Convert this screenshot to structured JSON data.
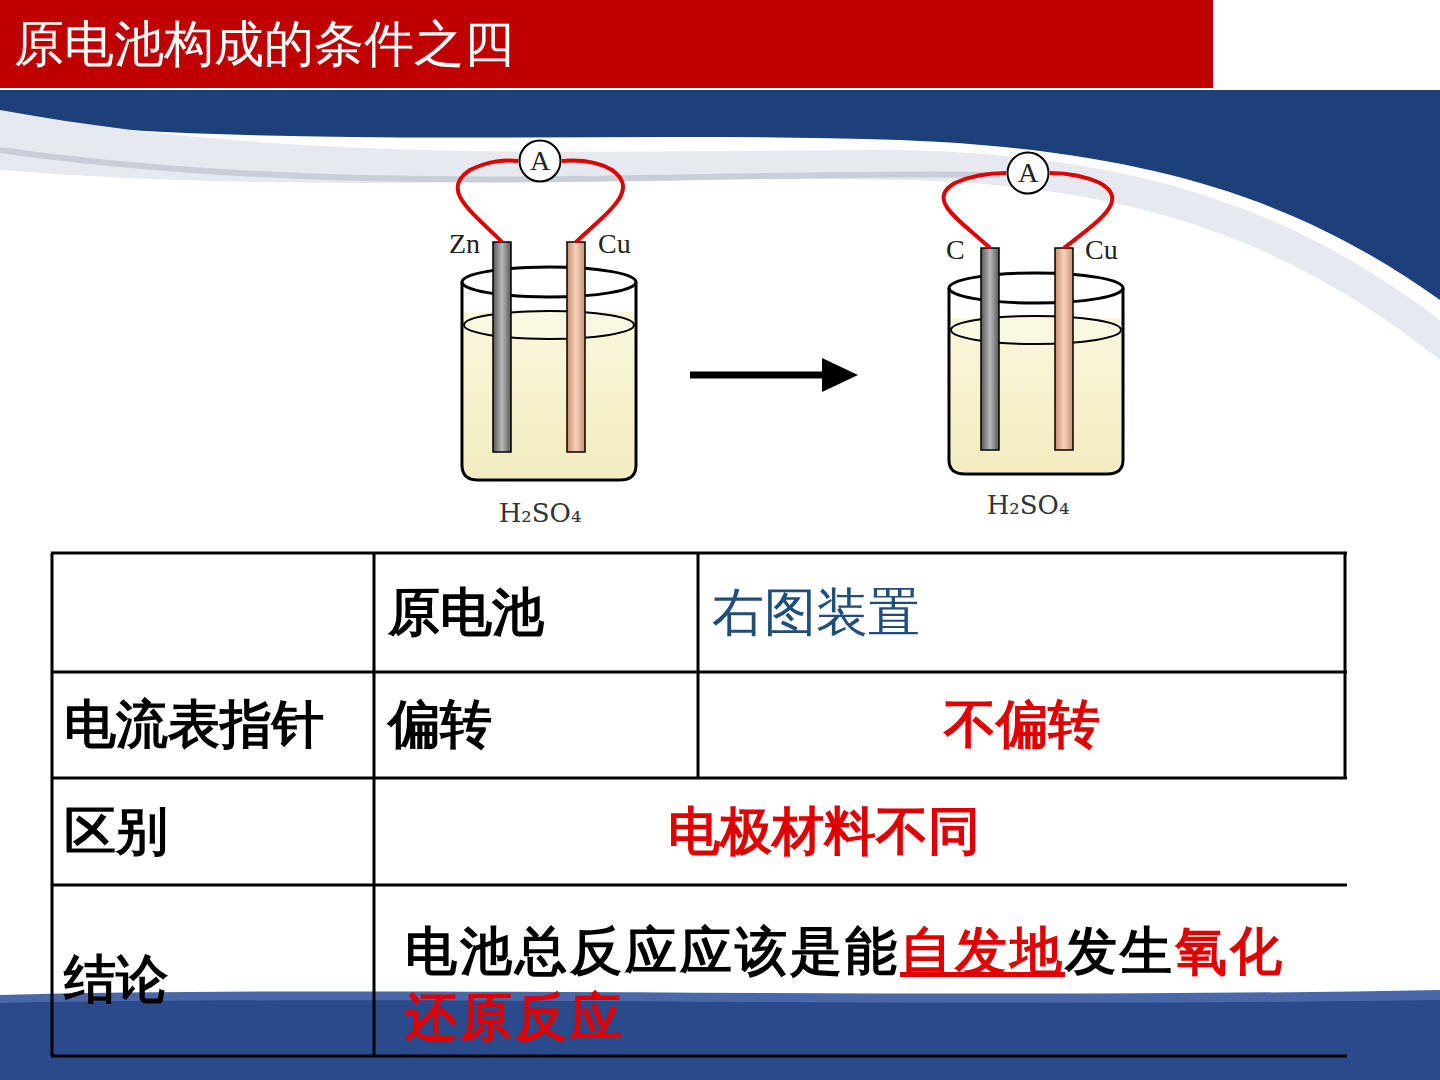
{
  "diagram": {
    "title": "原电池构成的条件之四",
    "nodes": [
      {
        "text": [
          "A"
        ]
      },
      {
        "text": [
          "A"
        ]
      }
    ],
    "labels": [
      "Zn",
      "Cu",
      "H₂SO₄",
      "C",
      "Cu",
      "H₂SO₄",
      "原电池",
      "右图装置",
      "电流表指针",
      "偏转",
      "不偏转",
      "区别",
      "电极材料不同",
      "结论",
      "电池总反应应该是能",
      "自发地",
      "发生",
      "氧化还原反应"
    ]
  }
}
